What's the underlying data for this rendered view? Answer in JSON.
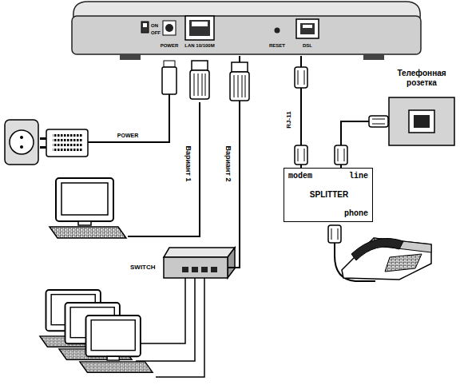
{
  "diagram": {
    "nodes": [
      {
        "text": [
          "ON",
          "OFF",
          "POWER",
          "LAN 10/100M",
          "RESET",
          "DSL"
        ]
      },
      {
        "text": [
          "modem",
          "line",
          "SPLITTER",
          "phone"
        ]
      },
      {
        "text": [
          "Телефонная розетка"
        ]
      },
      {
        "text": [
          "SWITCH"
        ]
      }
    ],
    "edges": [
      {
        "from": 1,
        "to": 0,
        "arrow": "none",
        "label": "RJ-11"
      },
      {
        "from": 1,
        "to": 2,
        "arrow": "none"
      },
      {
        "from": 3,
        "to": 0,
        "arrow": "none",
        "label": "Вариант 2"
      }
    ],
    "labels": [
      "POWER",
      "Вариант 1"
    ]
  }
}
